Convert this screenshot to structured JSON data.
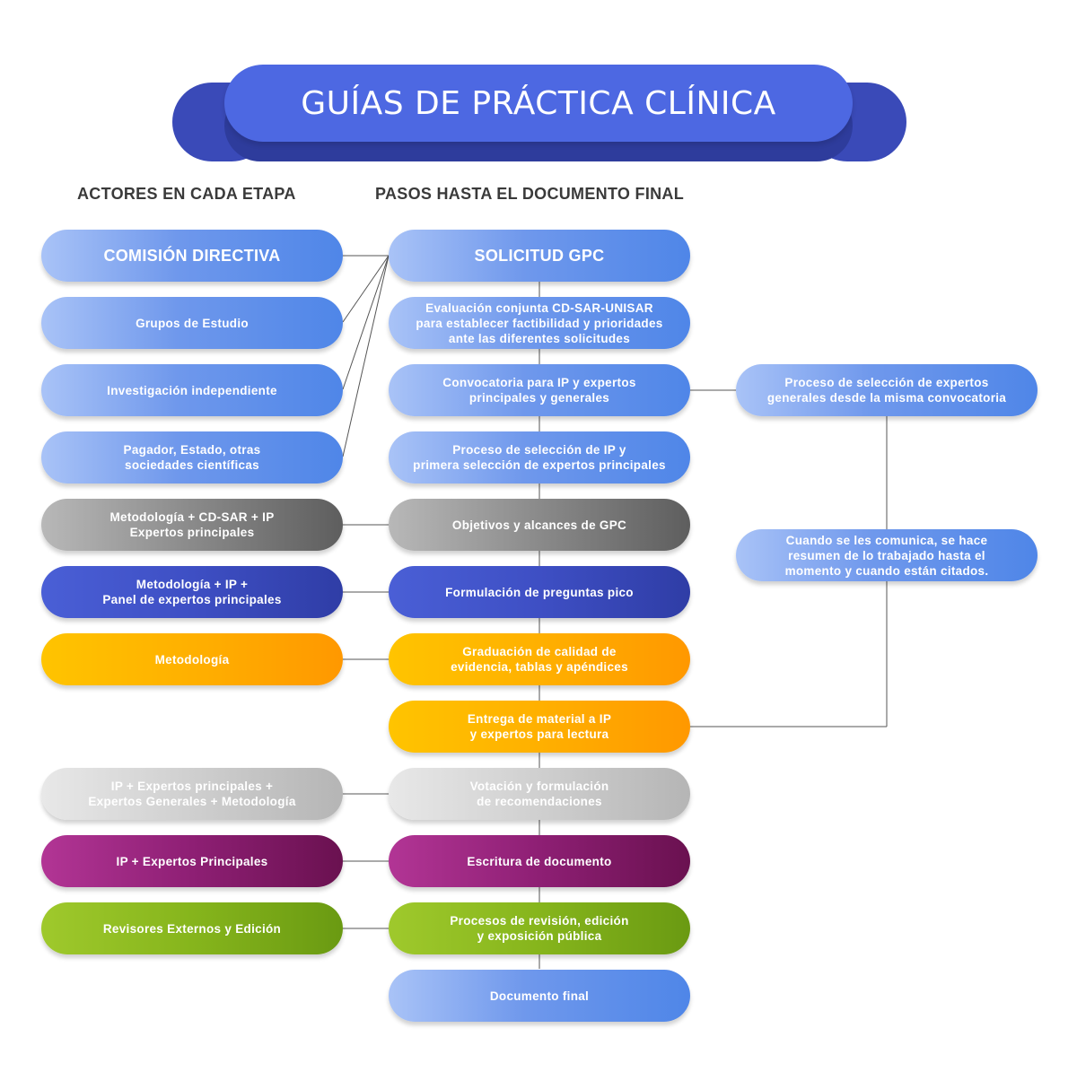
{
  "title": "GUÍAS DE PRÁCTICA CLÍNICA",
  "columns": {
    "actors": "ACTORES EN CADA ETAPA",
    "steps": "PASOS HASTA EL DOCUMENTO FINAL"
  },
  "actors": [
    "COMISIÓN DIRECTIVA",
    "Grupos de Estudio",
    "Investigación independiente",
    "Pagador, Estado, otras\nsociedades científicas",
    "Metodología + CD-SAR + IP\nExpertos principales",
    "Metodología + IP +\nPanel de expertos principales",
    "Metodología",
    "IP + Expertos principales +\nExpertos Generales + Metodología",
    "IP + Expertos Principales",
    "Revisores Externos y Edición"
  ],
  "steps": [
    "SOLICITUD GPC",
    "Evaluación conjunta CD-SAR-UNISAR\npara establecer factibilidad y prioridades\nante las diferentes solicitudes",
    "Convocatoria para IP y expertos\nprincipales y generales",
    "Proceso de selección de IP y\nprimera selección de expertos principales",
    "Objetivos y alcances de GPC",
    "Formulación de preguntas pico",
    "Graduación de calidad de\nevidencia, tablas y apéndices",
    "Entrega de material a IP\ny expertos para lectura",
    "Votación y formulación\nde recomendaciones",
    "Escritura de documento",
    "Procesos de revisión, edición\ny exposición pública",
    "Documento final"
  ],
  "side": [
    "Proceso de selección de expertos\ngenerales desde la misma convocatoria",
    "Cuando se les comunica, se hace\nresumen de lo trabajado hasta el\nmomento y cuando están citados."
  ]
}
